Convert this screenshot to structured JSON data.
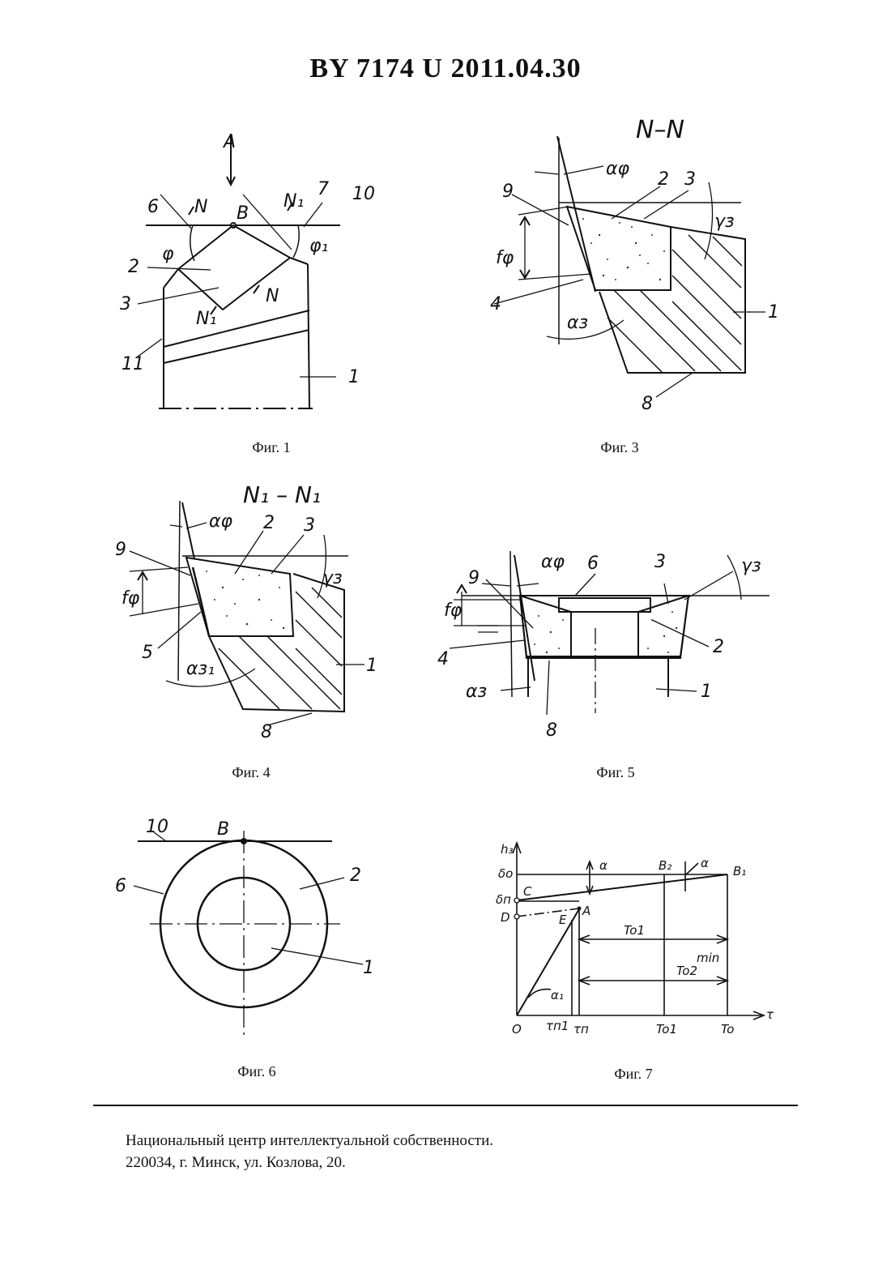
{
  "header": {
    "title": "BY  7174  U  2011.04.30"
  },
  "figures": {
    "fig1": {
      "caption": "Фиг. 1",
      "labels": {
        "a": "A",
        "b": "B",
        "n_top": "N",
        "n1_top": "N₁",
        "n_bot": "N",
        "n1_bot": "N₁",
        "phi": "φ",
        "phi1": "φ₁",
        "n6": "6",
        "n7": "7",
        "n10": "10",
        "n2": "2",
        "n3": "3",
        "n11": "11",
        "n1": "1"
      }
    },
    "fig3": {
      "caption": "Фиг. 3",
      "labels": {
        "title": "N–N",
        "alpha_f": "αφ",
        "gamma": "γз",
        "f": "fφ",
        "alpha_z": "αз",
        "n9": "9",
        "n2": "2",
        "n3": "3",
        "n4": "4",
        "n1": "1",
        "n8": "8"
      }
    },
    "fig4": {
      "caption": "Фиг. 4",
      "labels": {
        "title": "N₁ – N₁",
        "alpha_f": "αφ",
        "gamma": "γз",
        "f": "fφ",
        "alpha_z1": "αз₁",
        "n9": "9",
        "n2": "2",
        "n3": "3",
        "n5": "5",
        "n1": "1",
        "n8": "8"
      }
    },
    "fig5": {
      "caption": "Фиг. 5",
      "labels": {
        "alpha_f": "αφ",
        "gamma": "γз",
        "f": "fφ",
        "alpha_z": "αз",
        "n6": "6",
        "n3": "3",
        "n9": "9",
        "n4": "4",
        "n2": "2",
        "n1": "1",
        "n8": "8"
      }
    },
    "fig6": {
      "caption": "Фиг. 6",
      "labels": {
        "n10": "10",
        "b": "B",
        "n6": "6",
        "n2": "2",
        "n1": "1"
      }
    },
    "fig7": {
      "caption": "Фиг. 7",
      "labels": {
        "h3": "h₃",
        "delta_o": "δо",
        "delta_p": "δп",
        "c": "C",
        "d": "D",
        "e": "E",
        "a": "A",
        "b2": "B₂",
        "b1": "B₁",
        "alpha": "α",
        "alpha1": "α₁",
        "to1": "To1",
        "to2": "To2",
        "min": "min",
        "o": "O",
        "tau_p1": "τп1",
        "tau_p": "τп",
        "t_o1": "To1",
        "t_o": "To",
        "tau": "τ"
      }
    }
  },
  "footer": {
    "line1": "Национальный центр интеллектуальной собственности.",
    "line2": "220034, г. Минск, ул. Козлова, 20."
  }
}
